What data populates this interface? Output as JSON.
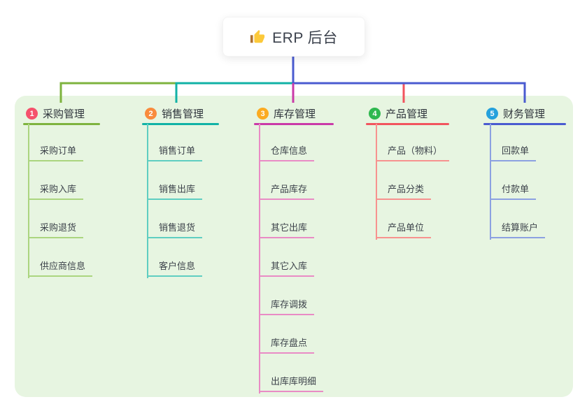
{
  "root": {
    "title": "ERP 后台",
    "icon": "thumbs-up-icon"
  },
  "theme": {
    "panel_bg": "#e7f5e1",
    "root_connector": "#4a5bd0",
    "header_text": "#2f353c",
    "child_text": "#3d434b",
    "thumb_yellow": "#fcc93a",
    "thumb_cuff": "#b0722f"
  },
  "branches": [
    {
      "index": "1",
      "label": "采购管理",
      "badge_color": "#f5516c",
      "line_color": "#7eb33e",
      "child_line_color": "#abd57f",
      "children": [
        "采购订单",
        "采购入库",
        "采购退货",
        "供应商信息"
      ]
    },
    {
      "index": "2",
      "label": "销售管理",
      "badge_color": "#f98b3d",
      "line_color": "#12b2a6",
      "child_line_color": "#5fcec1",
      "children": [
        "销售订单",
        "销售出库",
        "销售退货",
        "客户信息"
      ]
    },
    {
      "index": "3",
      "label": "库存管理",
      "badge_color": "#fbab21",
      "line_color": "#ca3aa8",
      "child_line_color": "#e98bc5",
      "children": [
        "仓库信息",
        "产品库存",
        "其它出库",
        "其它入库",
        "库存调拨",
        "库存盘点",
        "出库库明细"
      ]
    },
    {
      "index": "4",
      "label": "产品管理",
      "badge_color": "#2fb84f",
      "line_color": "#f2545e",
      "child_line_color": "#f7928f",
      "children": [
        "产品（物料）",
        "产品分类",
        "产品单位"
      ]
    },
    {
      "index": "5",
      "label": "财务管理",
      "badge_color": "#25a1dc",
      "line_color": "#4a5bd0",
      "child_line_color": "#8ca1e1",
      "children": [
        "回款单",
        "付款单",
        "结算账户"
      ]
    }
  ]
}
